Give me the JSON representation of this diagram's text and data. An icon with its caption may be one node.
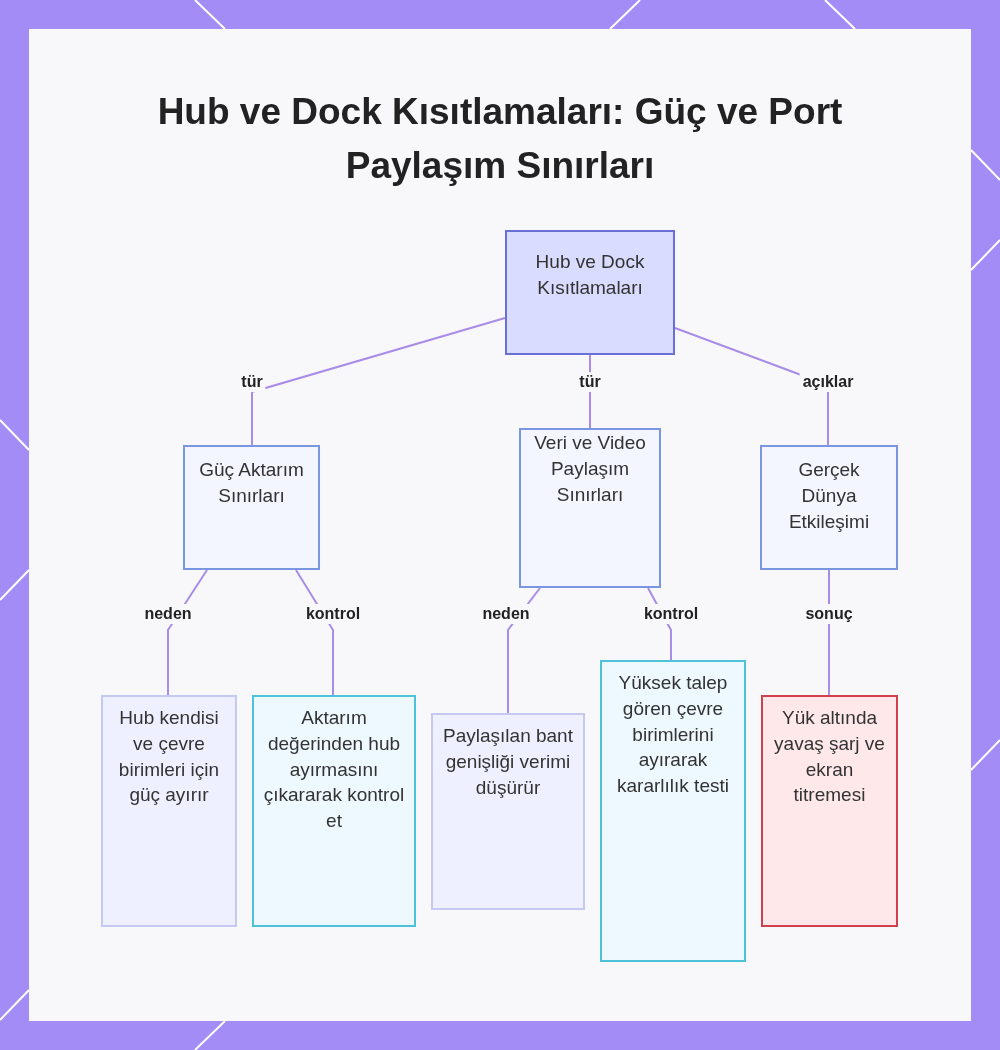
{
  "diagram": {
    "title": "Hub ve Dock Kısıtlamaları: Güç ve Port Paylaşım Sınırları",
    "nodes": [
      {
        "text": [
          "Hub ve Dock Kısıtlamaları"
        ]
      },
      {
        "text": [
          "Güç Aktarım Sınırları"
        ]
      },
      {
        "text": [
          "Veri ve Video Paylaşım Sınırları"
        ]
      },
      {
        "text": [
          "Gerçek Dünya Etkileşimi"
        ]
      },
      {
        "text": [
          "Hub kendisi ve çevre birimleri için güç ayırır"
        ]
      },
      {
        "text": [
          "Aktarım değerinden hub ayırmasını çıkararak kontrol et"
        ]
      },
      {
        "text": [
          "Paylaşılan bant genişliği verimi düşürür"
        ]
      },
      {
        "text": [
          "Yüksek talep gören çevre birimlerini ayırarak kararlılık testi"
        ]
      },
      {
        "text": [
          "Yük altında yavaş şarj ve ekran titremesi"
        ]
      }
    ],
    "edges": [
      {
        "from": 0,
        "to": 1,
        "arrow": "none",
        "label": "tür"
      },
      {
        "from": 0,
        "to": 2,
        "arrow": "none",
        "label": "tür"
      },
      {
        "from": 0,
        "to": 3,
        "arrow": "none",
        "label": "açıklar"
      },
      {
        "from": 1,
        "to": 4,
        "arrow": "none",
        "label": "neden"
      },
      {
        "from": 1,
        "to": 5,
        "arrow": "none",
        "label": "kontrol"
      },
      {
        "from": 2,
        "to": 6,
        "arrow": "none",
        "label": "neden"
      },
      {
        "from": 2,
        "to": 7,
        "arrow": "none",
        "label": "kontrol"
      },
      {
        "from": 3,
        "to": 8,
        "arrow": "none",
        "label": "sonuç"
      }
    ]
  }
}
